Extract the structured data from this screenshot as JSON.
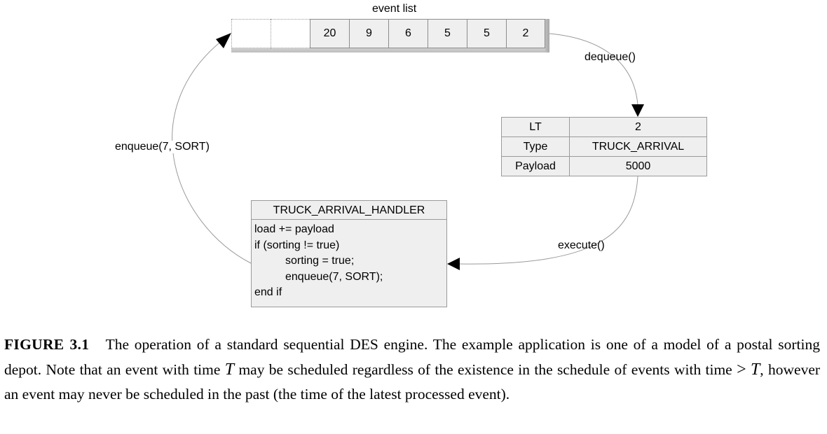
{
  "event_list": {
    "title": "event list",
    "values": [
      "20",
      "9",
      "6",
      "5",
      "5",
      "2"
    ]
  },
  "labels": {
    "dequeue": "dequeue()",
    "execute": "execute()",
    "enqueue": "enqueue(7, SORT)"
  },
  "event": {
    "rows": [
      {
        "key": "LT",
        "value": "2"
      },
      {
        "key": "Type",
        "value": "TRUCK_ARRIVAL"
      },
      {
        "key": "Payload",
        "value": "5000"
      }
    ]
  },
  "handler": {
    "title": "TRUCK_ARRIVAL_HANDLER",
    "lines": [
      "load += payload",
      "if (sorting != true)",
      "sorting = true;",
      "enqueue(7, SORT);",
      "end if"
    ]
  },
  "caption": {
    "label": "FIGURE 3.1",
    "t1": "The operation of a standard sequential DES engine. The example application is one of a model of a postal sorting depot. Note that an event with time",
    "T": "T",
    "t2": "may be scheduled regardless of the existence in the schedule of events with time",
    "gt": ">",
    "t3": ", however an event may never be scheduled in the past (the time of the latest processed event)."
  }
}
